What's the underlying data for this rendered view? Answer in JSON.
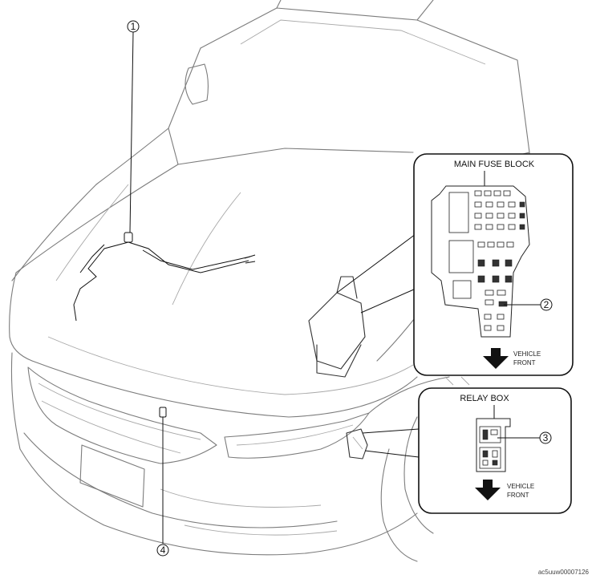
{
  "labels": {
    "main_fuse_block": "MAIN FUSE BLOCK",
    "relay_box": "RELAY BOX",
    "vehicle_front_1": "VEHICLE",
    "vehicle_front_2": "FRONT",
    "vehicle_front_b1": "VEHICLE",
    "vehicle_front_b2": "FRONT",
    "image_code": "ac5uuw00007126"
  },
  "callouts": [
    "1",
    "2",
    "3",
    "4"
  ]
}
